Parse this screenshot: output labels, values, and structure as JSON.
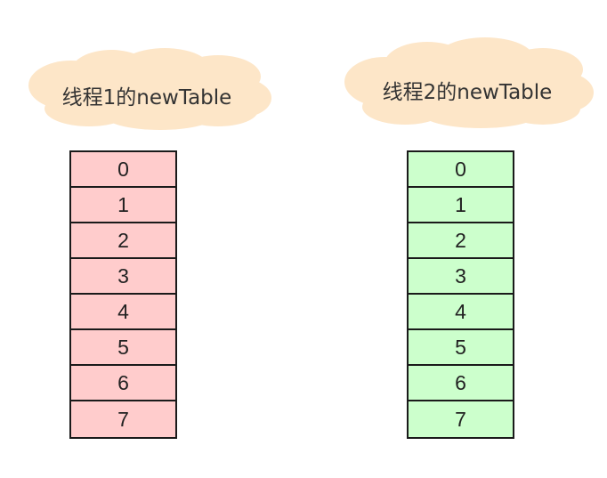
{
  "tables": [
    {
      "title": "线程1的newTable",
      "fill": "#ffcccc",
      "cloud_color": "#fde6c8",
      "slots": [
        "0",
        "1",
        "2",
        "3",
        "4",
        "5",
        "6",
        "7"
      ]
    },
    {
      "title": "线程2的newTable",
      "fill": "#ccffcc",
      "cloud_color": "#fde6c8",
      "slots": [
        "0",
        "1",
        "2",
        "3",
        "4",
        "5",
        "6",
        "7"
      ]
    }
  ]
}
